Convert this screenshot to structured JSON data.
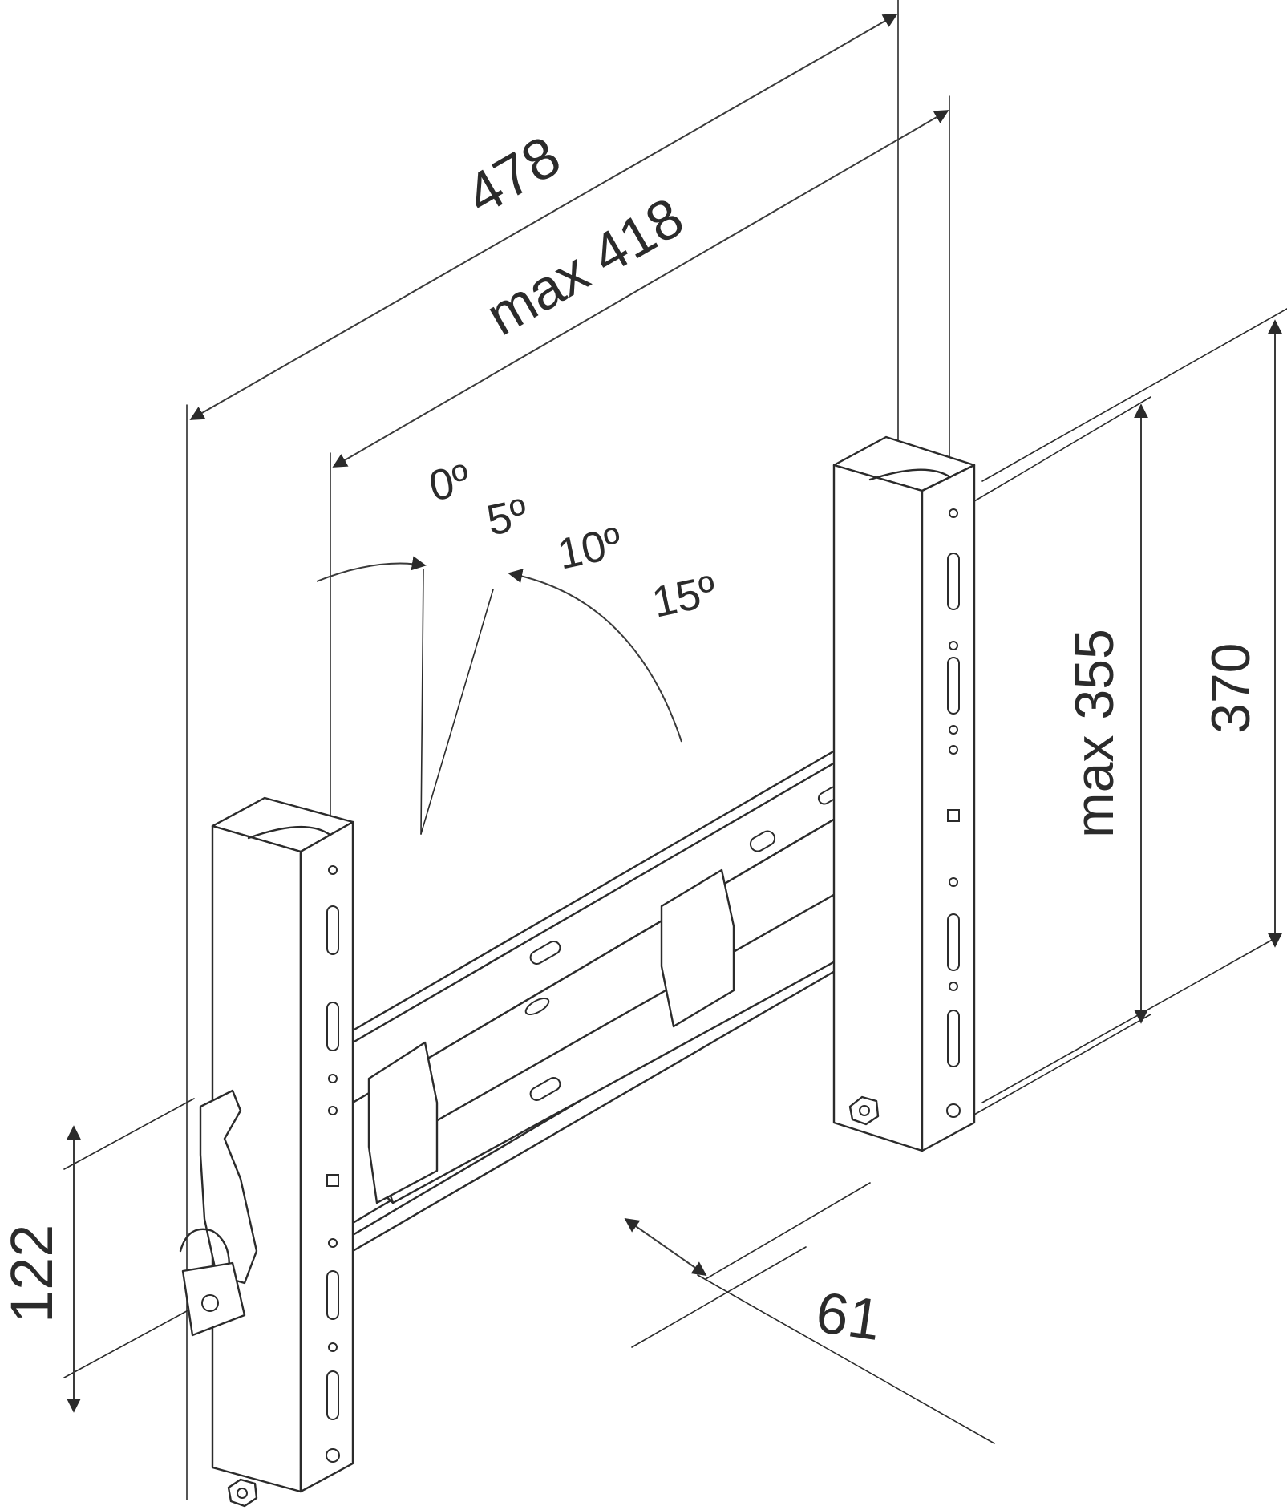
{
  "dimensions": {
    "overall_width": "478",
    "max_width": "max 418",
    "overall_height": "370",
    "max_height": "max 355",
    "depth": "61",
    "lock_height": "122"
  },
  "tilt_angles": [
    "0º",
    "5º",
    "10º",
    "15º"
  ],
  "colors": {
    "line": "#2b2b2b",
    "background": "#ffffff"
  }
}
